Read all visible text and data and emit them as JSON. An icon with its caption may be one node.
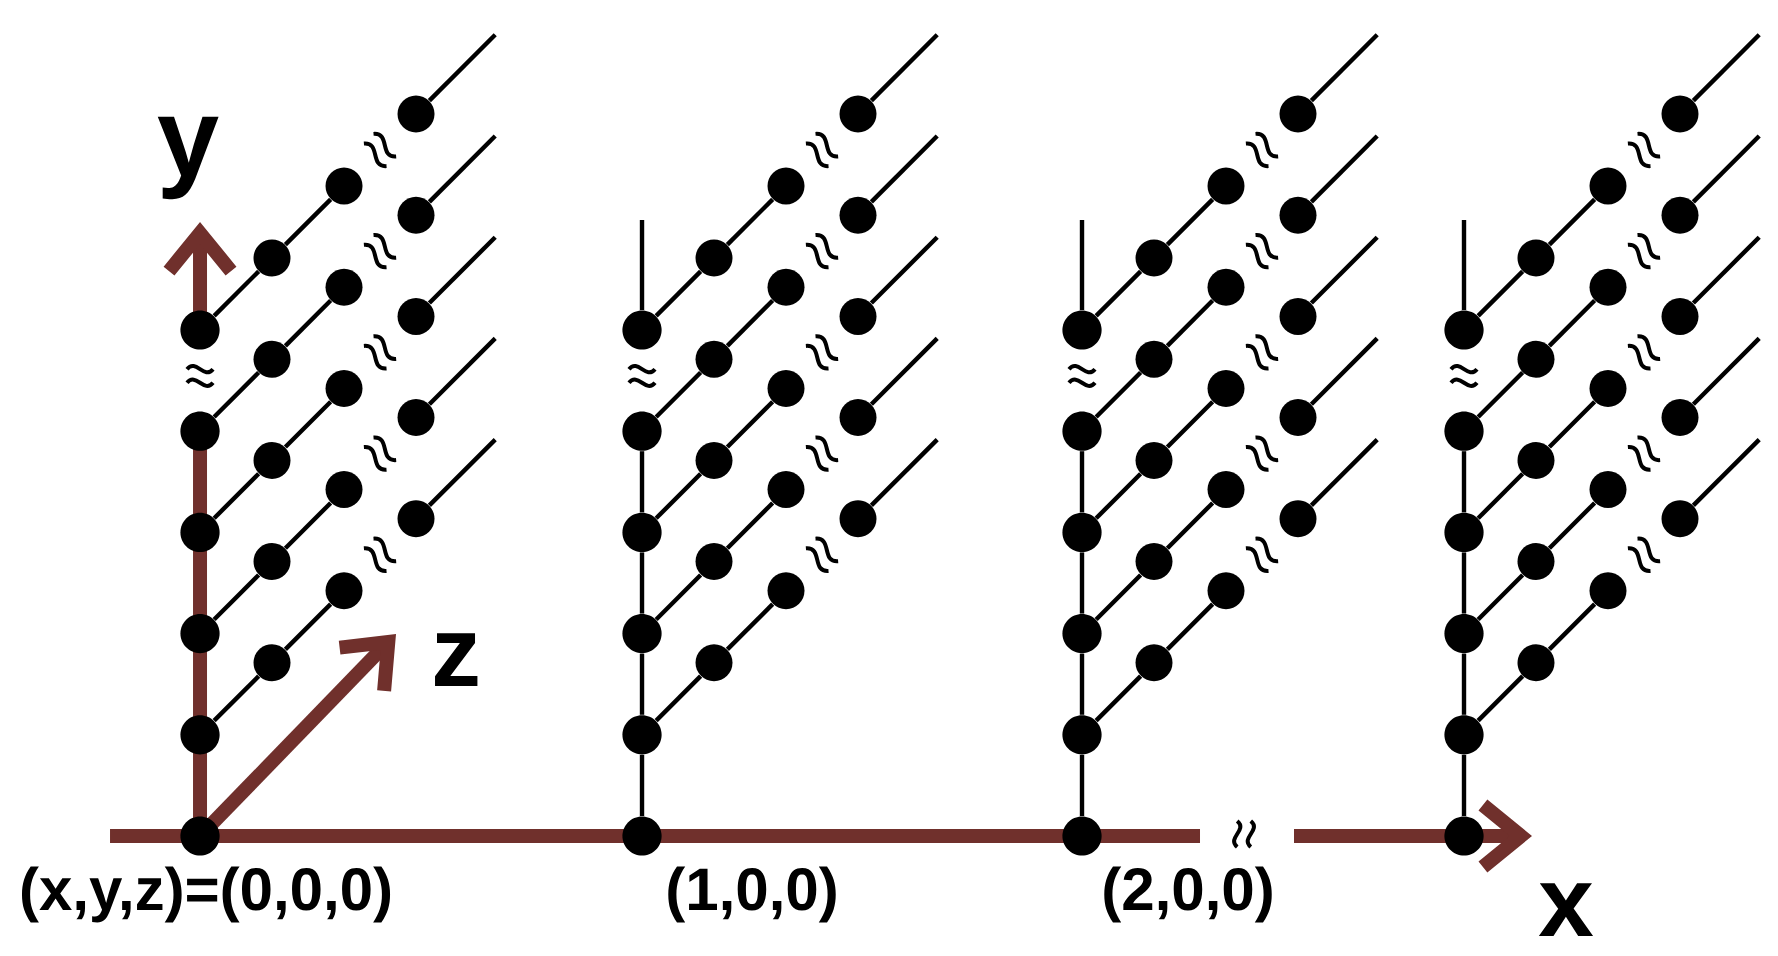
{
  "diagram": {
    "nodes": [
      {
        "text": [],
        "shape": "circle",
        "beside": [
          "(x,y,z)=(0,0,0)"
        ]
      },
      {
        "text": [],
        "shape": "circle"
      },
      {
        "text": [],
        "shape": "circle"
      },
      {
        "text": [],
        "shape": "circle"
      },
      {
        "text": [],
        "shape": "circle"
      },
      {
        "text": [],
        "shape": "circle"
      },
      {
        "text": [],
        "shape": "circle"
      },
      {
        "text": [],
        "shape": "circle"
      },
      {
        "text": [],
        "shape": "circle"
      },
      {
        "text": [],
        "shape": "circle"
      },
      {
        "text": [],
        "shape": "circle"
      },
      {
        "text": [],
        "shape": "circle"
      },
      {
        "text": [],
        "shape": "circle"
      },
      {
        "text": [],
        "shape": "circle"
      },
      {
        "text": [],
        "shape": "circle"
      },
      {
        "text": [],
        "shape": "circle"
      },
      {
        "text": [],
        "shape": "circle"
      },
      {
        "text": [],
        "shape": "circle"
      },
      {
        "text": [],
        "shape": "circle"
      },
      {
        "text": [],
        "shape": "circle"
      },
      {
        "text": [],
        "shape": "circle"
      },
      {
        "text": [],
        "shape": "circle",
        "beside": [
          "(1,0,0)"
        ]
      },
      {
        "text": [],
        "shape": "circle"
      },
      {
        "text": [],
        "shape": "circle"
      },
      {
        "text": [],
        "shape": "circle"
      },
      {
        "text": [],
        "shape": "circle"
      },
      {
        "text": [],
        "shape": "circle"
      },
      {
        "text": [],
        "shape": "circle"
      },
      {
        "text": [],
        "shape": "circle"
      },
      {
        "text": [],
        "shape": "circle"
      },
      {
        "text": [],
        "shape": "circle"
      },
      {
        "text": [],
        "shape": "circle"
      },
      {
        "text": [],
        "shape": "circle"
      },
      {
        "text": [],
        "shape": "circle"
      },
      {
        "text": [],
        "shape": "circle"
      },
      {
        "text": [],
        "shape": "circle"
      },
      {
        "text": [],
        "shape": "circle"
      },
      {
        "text": [],
        "shape": "circle"
      },
      {
        "text": [],
        "shape": "circle"
      },
      {
        "text": [],
        "shape": "circle"
      },
      {
        "text": [],
        "shape": "circle"
      },
      {
        "text": [],
        "shape": "circle"
      },
      {
        "text": [],
        "shape": "circle",
        "beside": [
          "(2,0,0)"
        ]
      },
      {
        "text": [],
        "shape": "circle"
      },
      {
        "text": [],
        "shape": "circle"
      },
      {
        "text": [],
        "shape": "circle"
      },
      {
        "text": [],
        "shape": "circle"
      },
      {
        "text": [],
        "shape": "circle"
      },
      {
        "text": [],
        "shape": "circle"
      },
      {
        "text": [],
        "shape": "circle"
      },
      {
        "text": [],
        "shape": "circle"
      },
      {
        "text": [],
        "shape": "circle"
      },
      {
        "text": [],
        "shape": "circle"
      },
      {
        "text": [],
        "shape": "circle"
      },
      {
        "text": [],
        "shape": "circle"
      },
      {
        "text": [],
        "shape": "circle"
      },
      {
        "text": [],
        "shape": "circle"
      },
      {
        "text": [],
        "shape": "circle"
      },
      {
        "text": [],
        "shape": "circle"
      },
      {
        "text": [],
        "shape": "circle"
      },
      {
        "text": [],
        "shape": "circle"
      },
      {
        "text": [],
        "shape": "circle"
      },
      {
        "text": [],
        "shape": "circle"
      },
      {
        "text": [],
        "shape": "circle"
      },
      {
        "text": [],
        "shape": "circle"
      },
      {
        "text": [],
        "shape": "circle"
      },
      {
        "text": [],
        "shape": "circle"
      },
      {
        "text": [],
        "shape": "circle"
      },
      {
        "text": [],
        "shape": "circle"
      },
      {
        "text": [],
        "shape": "circle"
      },
      {
        "text": [],
        "shape": "circle"
      },
      {
        "text": [],
        "shape": "circle"
      },
      {
        "text": [],
        "shape": "circle"
      },
      {
        "text": [],
        "shape": "circle"
      },
      {
        "text": [],
        "shape": "circle"
      },
      {
        "text": [],
        "shape": "circle"
      },
      {
        "text": [],
        "shape": "circle"
      },
      {
        "text": [],
        "shape": "circle"
      },
      {
        "text": [],
        "shape": "circle"
      },
      {
        "text": [],
        "shape": "circle"
      },
      {
        "text": [],
        "shape": "circle"
      },
      {
        "text": [],
        "shape": "circle"
      },
      {
        "text": [],
        "shape": "circle"
      },
      {
        "text": [],
        "shape": "circle"
      }
    ],
    "edges": [
      {
        "from": 1,
        "to": 6,
        "arrow": "none"
      },
      {
        "from": 6,
        "to": 7,
        "arrow": "none"
      },
      {
        "from": 8,
        "to": null,
        "arrow": "none"
      },
      {
        "from": 2,
        "to": 9,
        "arrow": "none"
      },
      {
        "from": 9,
        "to": 10,
        "arrow": "none"
      },
      {
        "from": 11,
        "to": null,
        "arrow": "none"
      },
      {
        "from": 3,
        "to": 12,
        "arrow": "none"
      },
      {
        "from": 12,
        "to": 13,
        "arrow": "none"
      },
      {
        "from": 14,
        "to": null,
        "arrow": "none"
      },
      {
        "from": 4,
        "to": 15,
        "arrow": "none"
      },
      {
        "from": 15,
        "to": 16,
        "arrow": "none"
      },
      {
        "from": 17,
        "to": null,
        "arrow": "none"
      },
      {
        "from": 5,
        "to": 18,
        "arrow": "none"
      },
      {
        "from": 18,
        "to": 19,
        "arrow": "none"
      },
      {
        "from": 20,
        "to": null,
        "arrow": "none"
      },
      {
        "from": 21,
        "to": 22,
        "arrow": "none"
      },
      {
        "from": 22,
        "to": 23,
        "arrow": "none"
      },
      {
        "from": 23,
        "to": 24,
        "arrow": "none"
      },
      {
        "from": 24,
        "to": 25,
        "arrow": "none"
      },
      {
        "from": 26,
        "to": null,
        "arrow": "none"
      },
      {
        "from": 22,
        "to": 27,
        "arrow": "none"
      },
      {
        "from": 27,
        "to": 28,
        "arrow": "none"
      },
      {
        "from": 29,
        "to": null,
        "arrow": "none"
      },
      {
        "from": 23,
        "to": 30,
        "arrow": "none"
      },
      {
        "from": 30,
        "to": 31,
        "arrow": "none"
      },
      {
        "from": 32,
        "to": null,
        "arrow": "none"
      },
      {
        "from": 24,
        "to": 33,
        "arrow": "none"
      },
      {
        "from": 33,
        "to": 34,
        "arrow": "none"
      },
      {
        "from": 35,
        "to": null,
        "arrow": "none"
      },
      {
        "from": 25,
        "to": 36,
        "arrow": "none"
      },
      {
        "from": 36,
        "to": 37,
        "arrow": "none"
      },
      {
        "from": 38,
        "to": null,
        "arrow": "none"
      },
      {
        "from": 26,
        "to": 39,
        "arrow": "none"
      },
      {
        "from": 39,
        "to": 40,
        "arrow": "none"
      },
      {
        "from": 41,
        "to": null,
        "arrow": "none"
      },
      {
        "from": 42,
        "to": 43,
        "arrow": "none"
      },
      {
        "from": 43,
        "to": 44,
        "arrow": "none"
      },
      {
        "from": 44,
        "to": 45,
        "arrow": "none"
      },
      {
        "from": 45,
        "to": 46,
        "arrow": "none"
      },
      {
        "from": 47,
        "to": null,
        "arrow": "none"
      },
      {
        "from": 43,
        "to": 48,
        "arrow": "none"
      },
      {
        "from": 48,
        "to": 49,
        "arrow": "none"
      },
      {
        "from": 50,
        "to": null,
        "arrow": "none"
      },
      {
        "from": 44,
        "to": 51,
        "arrow": "none"
      },
      {
        "from": 51,
        "to": 52,
        "arrow": "none"
      },
      {
        "from": 53,
        "to": null,
        "arrow": "none"
      },
      {
        "from": 45,
        "to": 54,
        "arrow": "none"
      },
      {
        "from": 54,
        "to": 55,
        "arrow": "none"
      },
      {
        "from": 56,
        "to": null,
        "arrow": "none"
      },
      {
        "from": 46,
        "to": 57,
        "arrow": "none"
      },
      {
        "from": 57,
        "to": 58,
        "arrow": "none"
      },
      {
        "from": 59,
        "to": null,
        "arrow": "none"
      },
      {
        "from": 47,
        "to": 60,
        "arrow": "none"
      },
      {
        "from": 60,
        "to": 61,
        "arrow": "none"
      },
      {
        "from": 62,
        "to": null,
        "arrow": "none"
      },
      {
        "from": 63,
        "to": 64,
        "arrow": "none"
      },
      {
        "from": 64,
        "to": 65,
        "arrow": "none"
      },
      {
        "from": 65,
        "to": 66,
        "arrow": "none"
      },
      {
        "from": 66,
        "to": 67,
        "arrow": "none"
      },
      {
        "from": 68,
        "to": null,
        "arrow": "none"
      },
      {
        "from": 64,
        "to": 69,
        "arrow": "none"
      },
      {
        "from": 69,
        "to": 70,
        "arrow": "none"
      },
      {
        "from": 71,
        "to": null,
        "arrow": "none"
      },
      {
        "from": 65,
        "to": 72,
        "arrow": "none"
      },
      {
        "from": 72,
        "to": 73,
        "arrow": "none"
      },
      {
        "from": 74,
        "to": null,
        "arrow": "none"
      },
      {
        "from": 66,
        "to": 75,
        "arrow": "none"
      },
      {
        "from": 75,
        "to": 76,
        "arrow": "none"
      },
      {
        "from": 77,
        "to": null,
        "arrow": "none"
      },
      {
        "from": 67,
        "to": 78,
        "arrow": "none"
      },
      {
        "from": 78,
        "to": 79,
        "arrow": "none"
      },
      {
        "from": 80,
        "to": null,
        "arrow": "none"
      },
      {
        "from": 68,
        "to": 81,
        "arrow": "none"
      },
      {
        "from": 81,
        "to": 82,
        "arrow": "none"
      },
      {
        "from": 83,
        "to": null,
        "arrow": "none"
      }
    ],
    "labels": [
      "y",
      "z",
      "x"
    ]
  }
}
